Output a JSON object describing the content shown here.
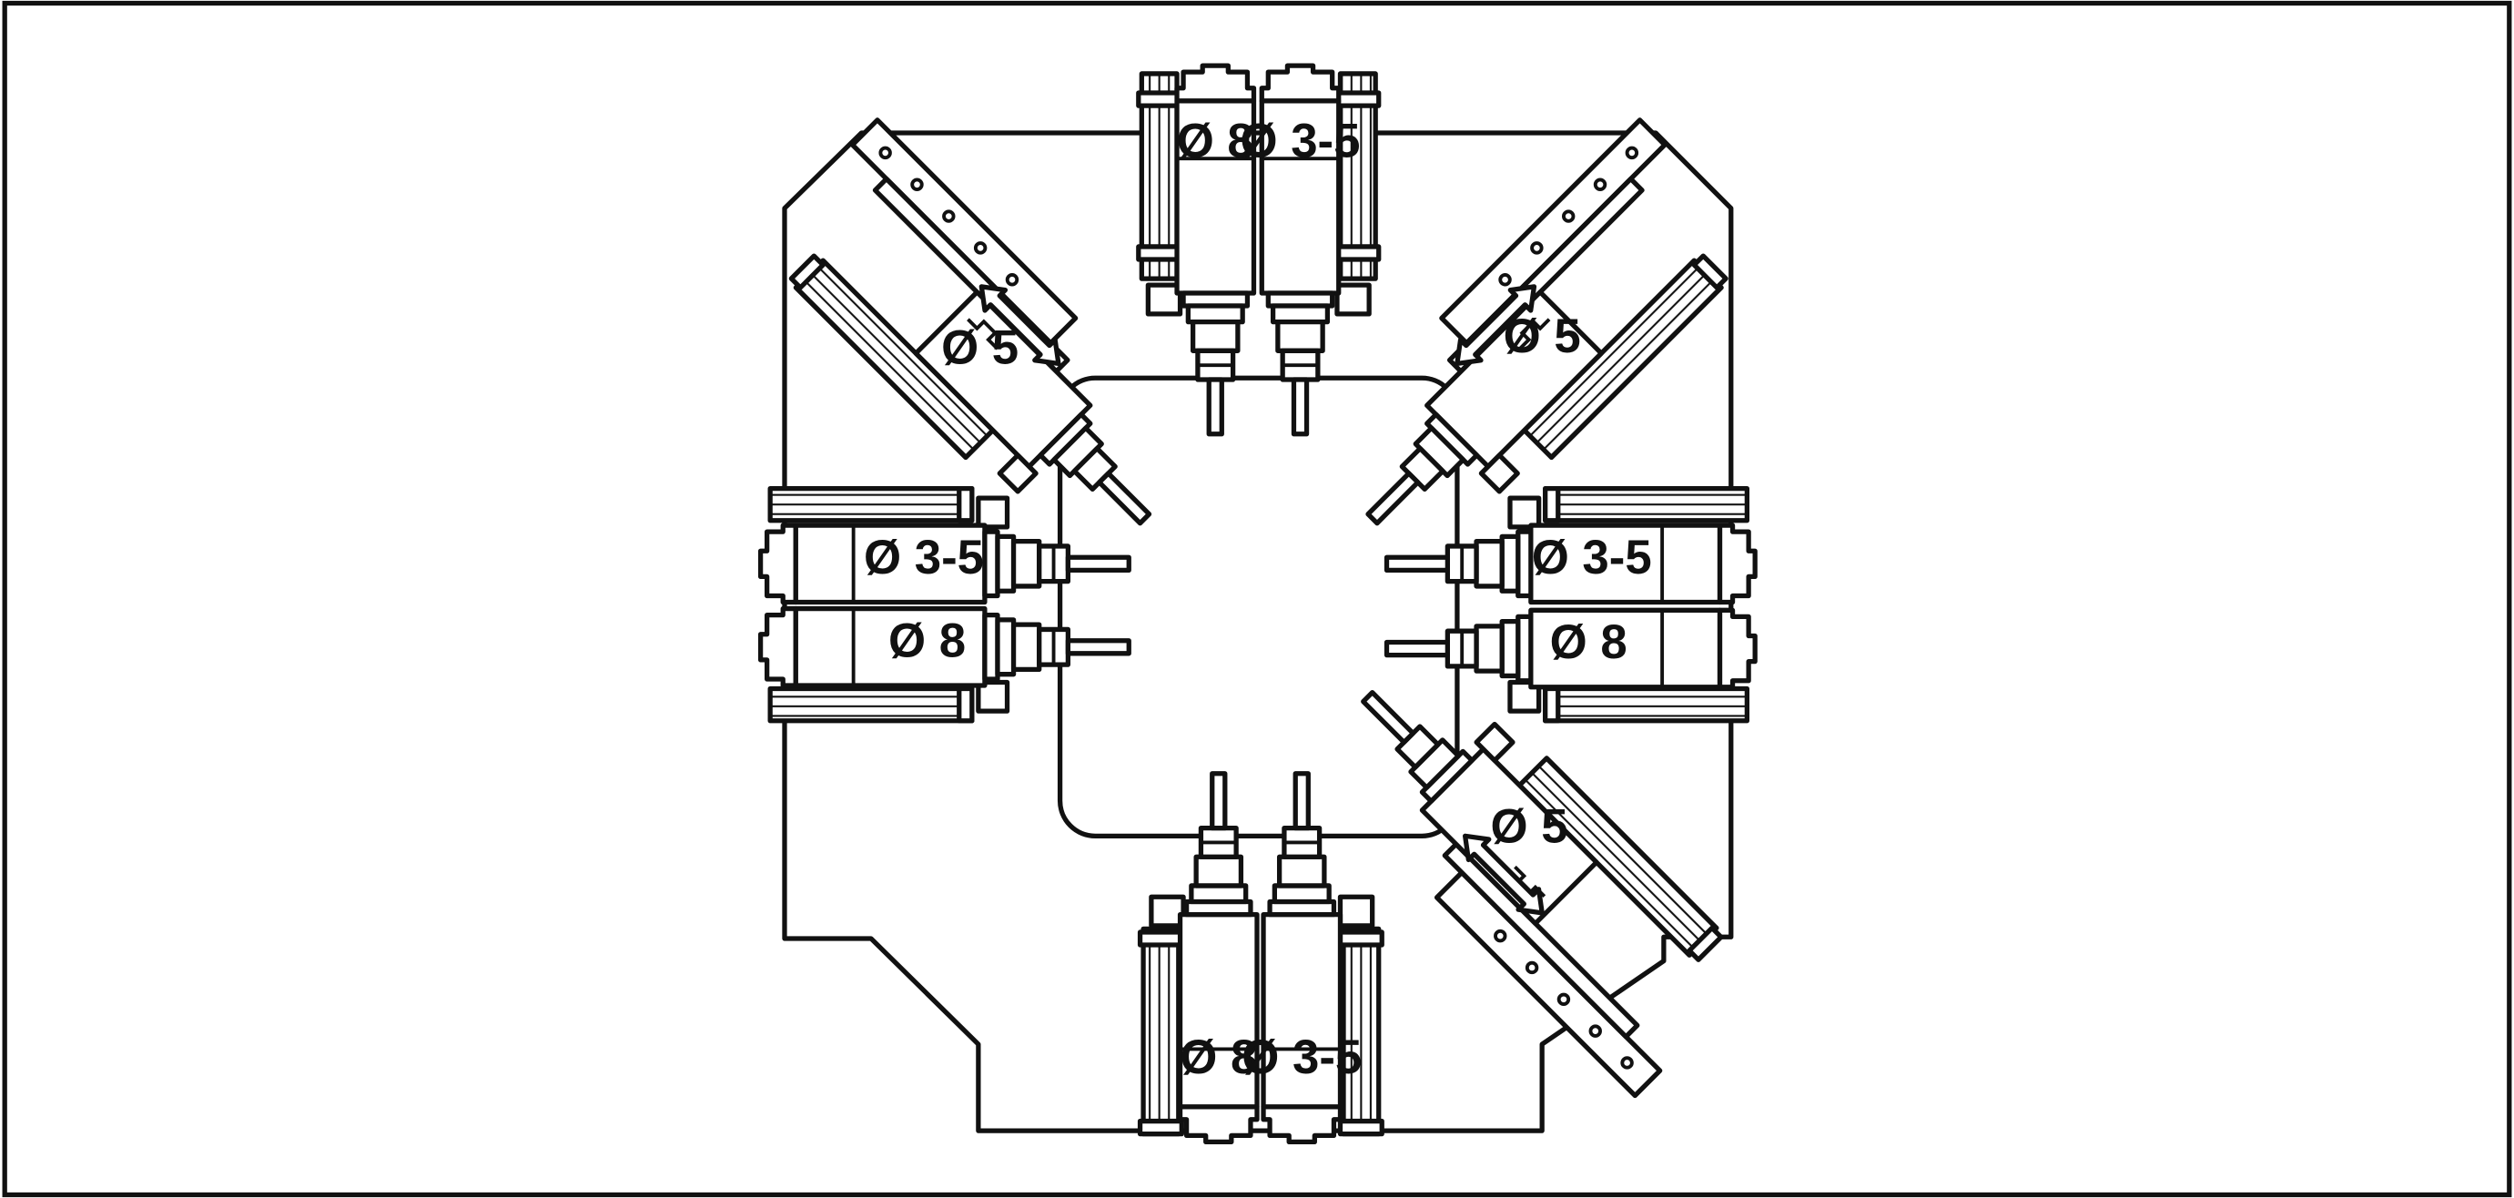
{
  "diagram": {
    "units": [
      {
        "id": "top-left",
        "label": "Ø 8"
      },
      {
        "id": "top-right",
        "label": "Ø 3-5"
      },
      {
        "id": "diag-nw",
        "label": "Ø 5"
      },
      {
        "id": "diag-ne",
        "label": "Ø 5"
      },
      {
        "id": "left-upper",
        "label": "Ø 3-5"
      },
      {
        "id": "left-lower",
        "label": "Ø 8"
      },
      {
        "id": "right-upper",
        "label": "Ø 3-5"
      },
      {
        "id": "right-lower",
        "label": "Ø 8"
      },
      {
        "id": "diag-se",
        "label": "Ø 5"
      },
      {
        "id": "bottom-left",
        "label": "Ø 8"
      },
      {
        "id": "bottom-right",
        "label": "Ø 3-5"
      }
    ],
    "colors": {
      "line": "#111111",
      "fill": "#ffffff",
      "frame": "#111111"
    }
  }
}
